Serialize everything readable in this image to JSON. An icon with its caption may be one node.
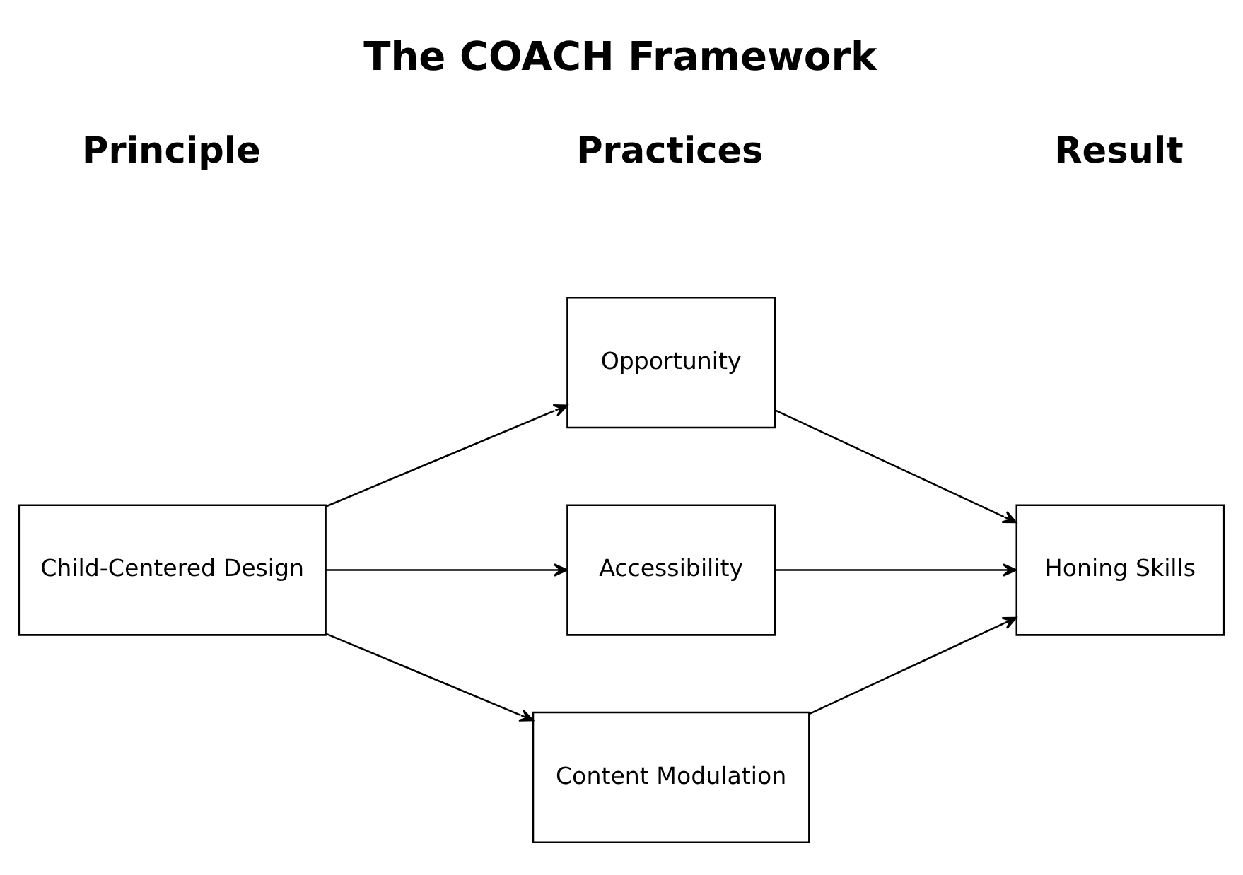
{
  "diagram": {
    "title": "The COACH Framework",
    "nodes": [
      {
        "text": [
          "Child-Centered Design"
        ]
      },
      {
        "text": [
          "Opportunity"
        ]
      },
      {
        "text": [
          "Accessibility"
        ]
      },
      {
        "text": [
          "Content Modulation"
        ]
      },
      {
        "text": [
          "Honing Skills"
        ]
      }
    ],
    "edges": [
      {
        "from": 0,
        "to": 1,
        "arrow": "to"
      },
      {
        "from": 0,
        "to": 2,
        "arrow": "to"
      },
      {
        "from": 0,
        "to": 3,
        "arrow": "to"
      },
      {
        "from": 1,
        "to": 4,
        "arrow": "to"
      },
      {
        "from": 2,
        "to": 4,
        "arrow": "to"
      },
      {
        "from": 3,
        "to": 4,
        "arrow": "to"
      }
    ],
    "labels": [
      "Principle",
      "Practices",
      "Result"
    ]
  }
}
